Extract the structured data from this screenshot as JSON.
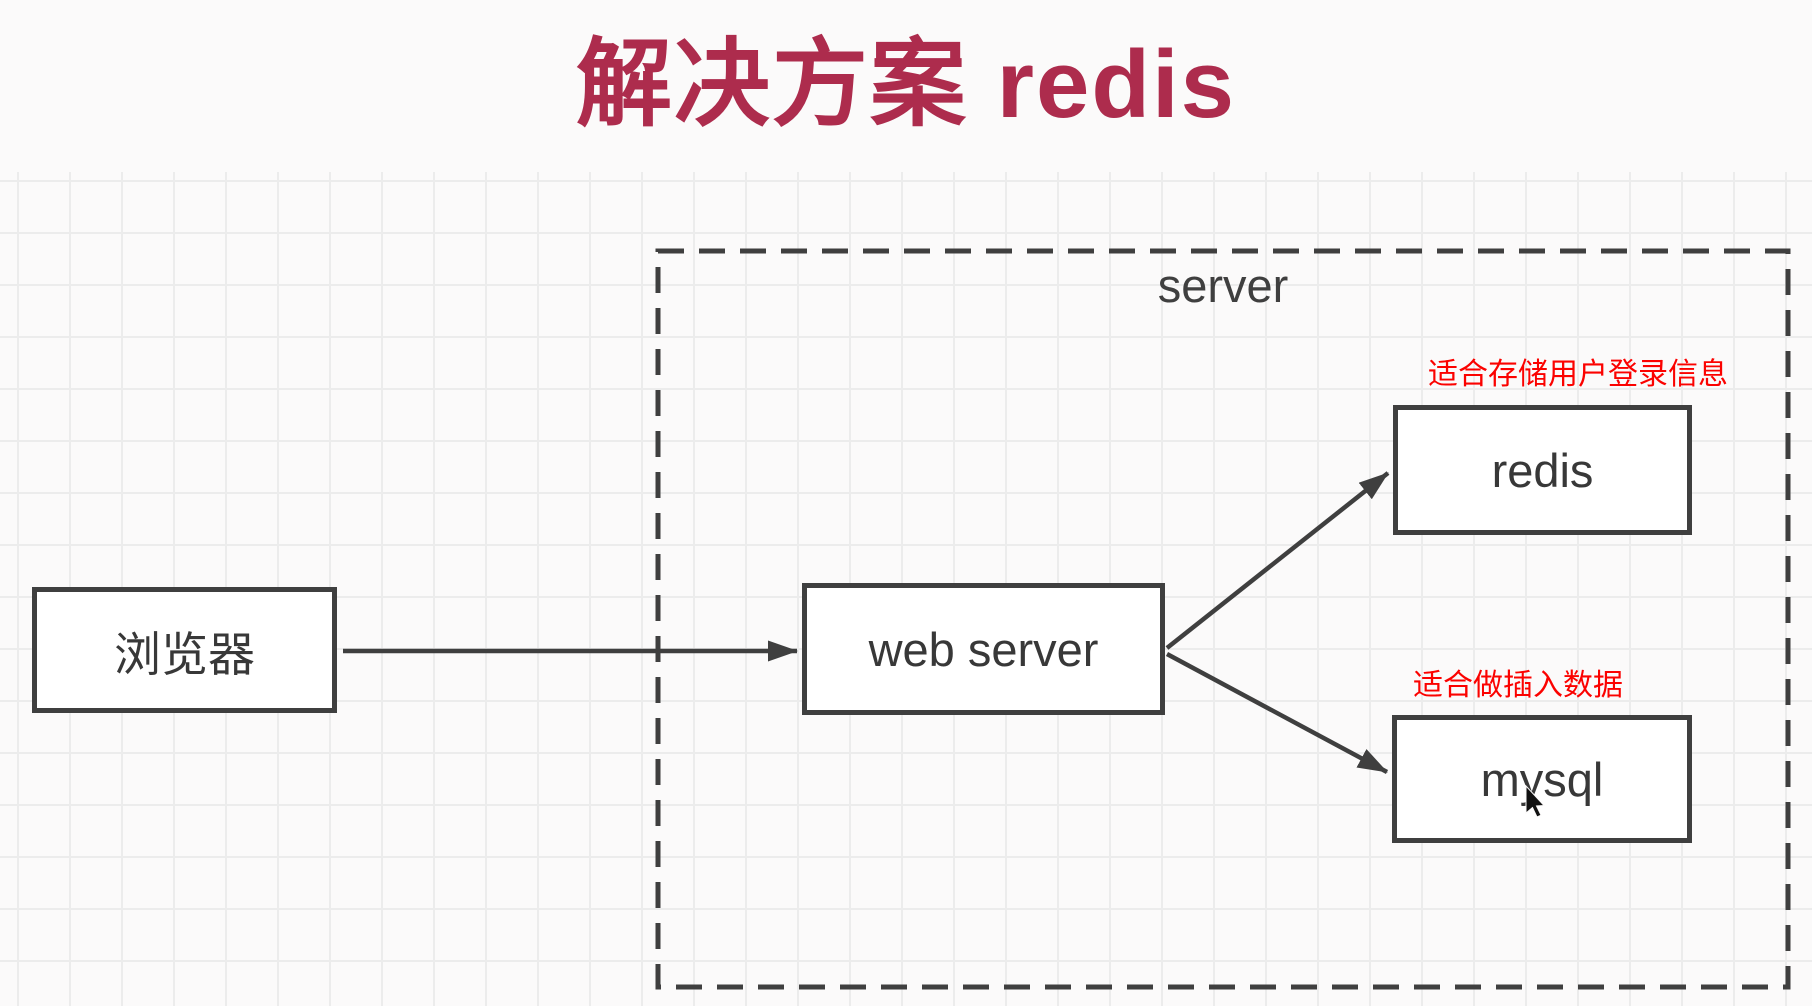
{
  "title": {
    "text": "解决方案 redis"
  },
  "diagram": {
    "container": {
      "id": "server",
      "label": "server",
      "style": "dashed"
    },
    "nodes": [
      {
        "id": "browser",
        "label": "浏览器"
      },
      {
        "id": "web-server",
        "label": "web server"
      },
      {
        "id": "redis",
        "label": "redis"
      },
      {
        "id": "mysql",
        "label": "mysql"
      }
    ],
    "edges": [
      {
        "from": "browser",
        "to": "web-server"
      },
      {
        "from": "web-server",
        "to": "redis"
      },
      {
        "from": "web-server",
        "to": "mysql"
      }
    ],
    "annotations": [
      {
        "text": "适合存储用户登录信息",
        "target": "redis"
      },
      {
        "text": "适合做插入数据",
        "target": "mysql"
      }
    ]
  },
  "cursor": {
    "shape": "arrow-pointer",
    "over": "mysql"
  },
  "colors": {
    "title": "#ad2c4d",
    "annotation": "#fb0200",
    "stroke": "#3f3f3f",
    "grid_line": "#ececec",
    "node_fill": "#ffffff",
    "background": "#fbfafa"
  }
}
